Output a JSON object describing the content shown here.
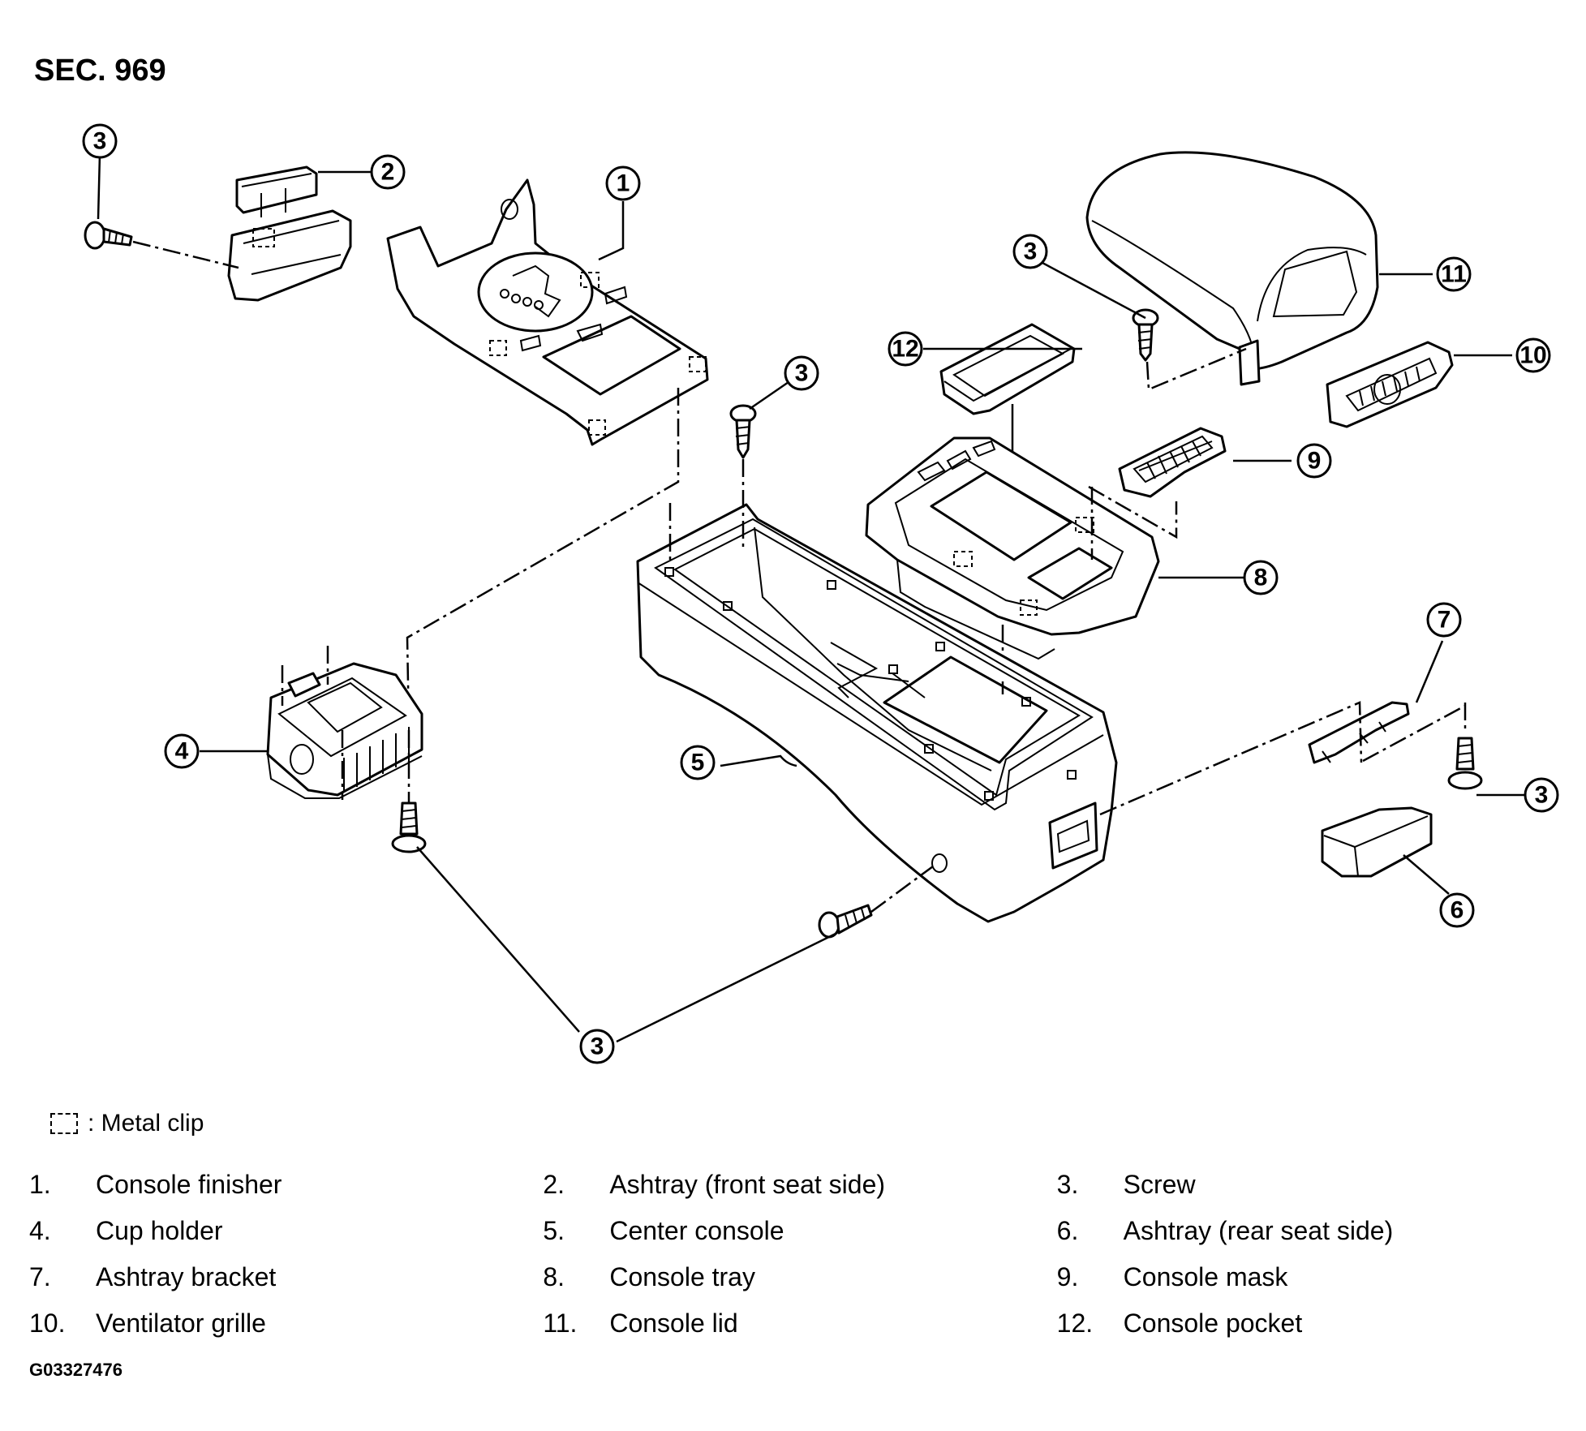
{
  "section_title": "SEC. 969",
  "legend": {
    "metal_clip_label": ": Metal clip"
  },
  "callouts": [
    "1",
    "2",
    "3",
    "3",
    "3",
    "3",
    "3",
    "4",
    "5",
    "6",
    "7",
    "8",
    "9",
    "10",
    "11",
    "12"
  ],
  "parts": [
    {
      "num": "1.",
      "name": "Console finisher"
    },
    {
      "num": "2.",
      "name": "Ashtray (front seat side)"
    },
    {
      "num": "3.",
      "name": "Screw"
    },
    {
      "num": "4.",
      "name": "Cup holder"
    },
    {
      "num": "5.",
      "name": "Center console"
    },
    {
      "num": "6.",
      "name": "Ashtray (rear seat side)"
    },
    {
      "num": "7.",
      "name": "Ashtray bracket"
    },
    {
      "num": "8.",
      "name": "Console tray"
    },
    {
      "num": "9.",
      "name": "Console mask"
    },
    {
      "num": "10.",
      "name": "Ventilator grille"
    },
    {
      "num": "11.",
      "name": "Console lid"
    },
    {
      "num": "12.",
      "name": "Console pocket"
    }
  ],
  "figure_id": "G03327476"
}
